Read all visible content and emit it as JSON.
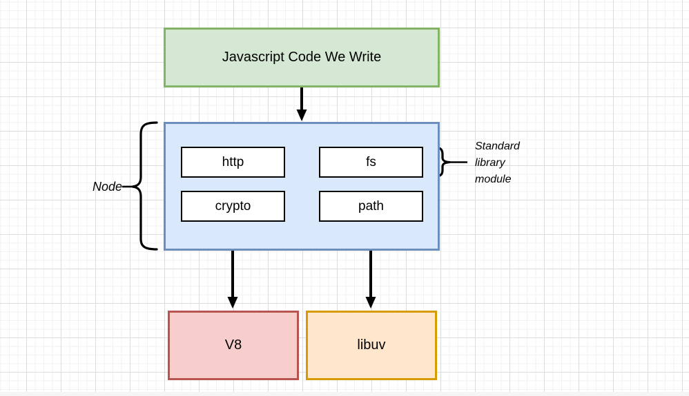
{
  "diagram": {
    "boxes": {
      "js_code": "Javascript Code We Write",
      "modules": [
        {
          "label": "http"
        },
        {
          "label": "fs"
        },
        {
          "label": "crypto"
        },
        {
          "label": "path"
        }
      ],
      "v8": "V8",
      "libuv": "libuv"
    },
    "labels": {
      "node": "Node",
      "standard_library": "Standard library module"
    },
    "colors": {
      "green_fill": "#d5e8d4",
      "green_border": "#82b366",
      "blue_fill": "#dae8fc",
      "blue_border": "#6c8ebf",
      "red_fill": "#f8cecc",
      "red_border": "#b85450",
      "orange_fill": "#ffe6cc",
      "orange_border": "#d79b00",
      "module_fill": "#ffffff",
      "module_border": "#000000",
      "connector": "#000000",
      "grid_minor": "#f2f2f2",
      "grid_major": "#dcdcdc",
      "canvas_bg": "#ffffff"
    }
  }
}
